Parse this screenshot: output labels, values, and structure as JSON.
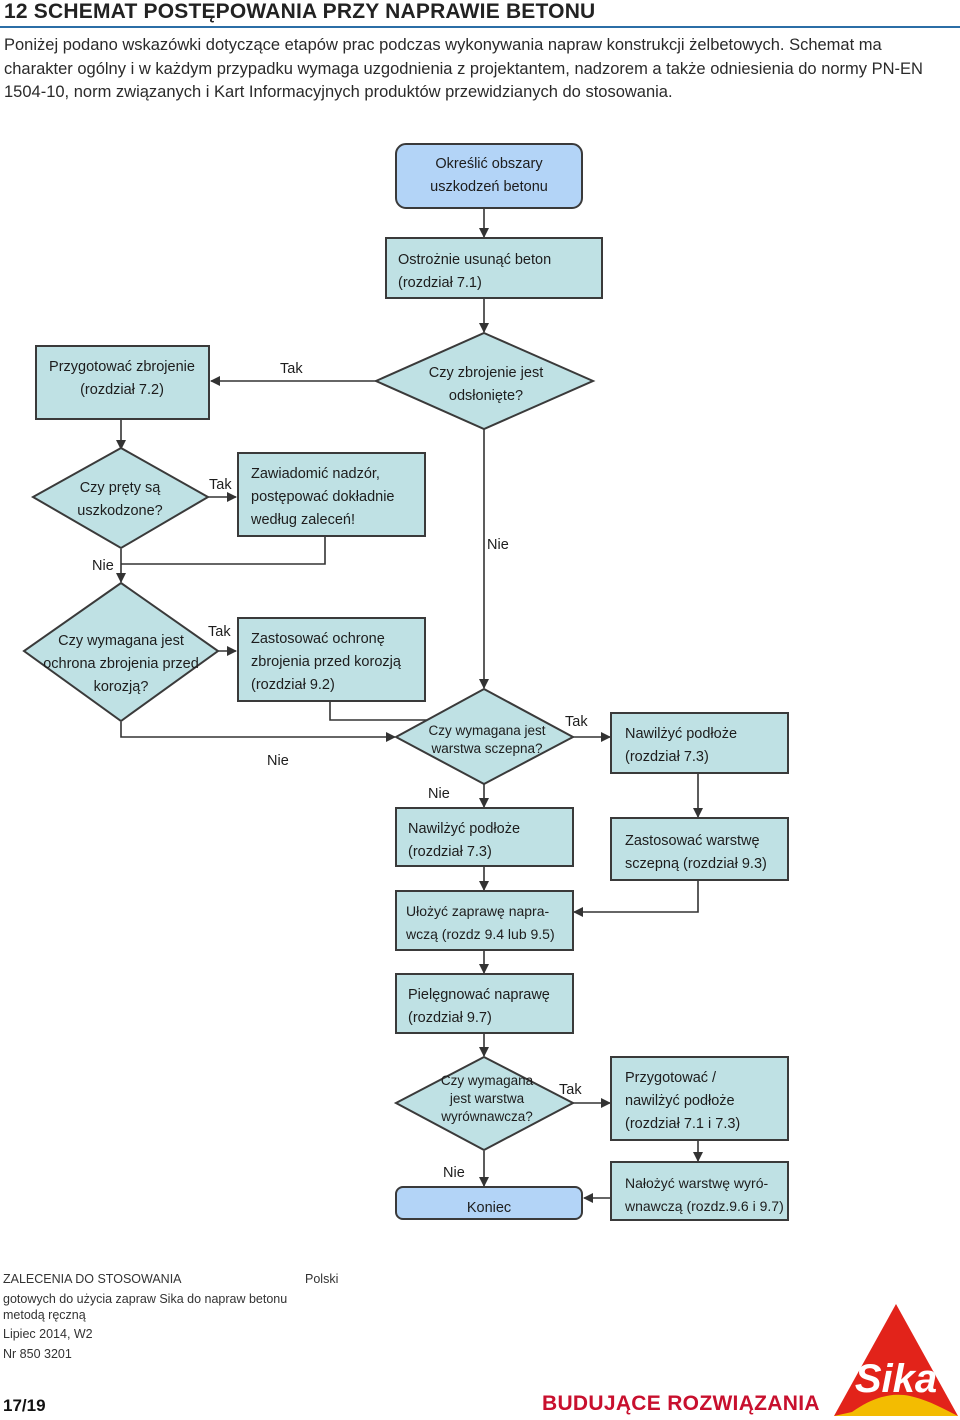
{
  "header": {
    "title": "12  SCHEMAT POSTĘPOWANIA PRZY NAPRAWIE BETONU",
    "intro": "Poniżej podano wskazówki dotyczące etapów prac podczas wykonywania napraw konstrukcji żelbetowych. Schemat ma charakter ogólny i w każdym przypadku wymaga uzgodnienia z projektantem, nadzorem a także odniesienia do normy PN-EN 1504-10, norm związanych i Kart Informacyjnych produktów przewidzianych do stosowania."
  },
  "flow": {
    "start": [
      "Określić obszary",
      "uszkodzeń betonu"
    ],
    "remove": [
      "Ostrożnie usunąć beton",
      "(rozdział 7.1)"
    ],
    "prep_rebar": [
      "Przygotować zbrojenie",
      "(rozdział 7.2)"
    ],
    "q_exposed": [
      "Czy zbrojenie jest",
      "odsłonięte?"
    ],
    "q_damaged": [
      "Czy pręty są",
      "uszkodzone?"
    ],
    "notify": [
      "Zawiadomić nadzór,",
      "postępować dokładnie",
      "według zaleceń!"
    ],
    "q_protection": [
      "Czy wymagana jest",
      "ochrona zbrojenia przed",
      "korozją?"
    ],
    "apply_protection": [
      "Zastosować ochronę",
      "zbrojenia przed korozją",
      "(rozdział 9.2)"
    ],
    "q_bond": [
      "Czy wymagana jest",
      "warstwa sczepna?"
    ],
    "wet_a": [
      "Nawilżyć podłoże",
      "(rozdział 7.3)"
    ],
    "wet_b": [
      "Nawilżyć podłoże",
      "(rozdział 7.3)"
    ],
    "apply_bond": [
      "Zastosować warstwę",
      "sczepną (rozdział 9.3)"
    ],
    "lay_repair": [
      "Ułożyć zaprawę napra-",
      "wczą (rozdz 9.4 lub 9.5)"
    ],
    "cure": [
      "Pielęgnować naprawę",
      "(rozdział 9.7)"
    ],
    "q_level": [
      "Czy wymagana",
      "jest warstwa",
      "wyrównawcza?"
    ],
    "prep_wet": [
      "Przygotować /",
      "nawilżyć podłoże",
      "(rozdział 7.1 i 7.3)"
    ],
    "apply_level": [
      "Nałożyć warstwę wyró-",
      "wnawczą (rozdz.9.6 i 9.7)"
    ],
    "end": "Koniec",
    "yes": "Tak",
    "no": "Nie"
  },
  "footer": {
    "doc_type": "ZALECENIA DO STOSOWANIA",
    "language": "Polski",
    "line2": "gotowych do użycia zapraw Sika do napraw betonu",
    "line3": "metodą ręczną",
    "date": "Lipiec 2014, W2",
    "number": "Nr 850 3201",
    "page": "17/19",
    "slogan": "BUDUJĄCE ROZWIĄZANIA",
    "logo_text": "Sika"
  },
  "colors": {
    "process_fill": "#bfe1e4",
    "start_end_fill": "#b3d4f7",
    "stroke": "#3a3a3a",
    "brand_red": "#c8102e",
    "rule_blue": "#2b6ea6"
  }
}
